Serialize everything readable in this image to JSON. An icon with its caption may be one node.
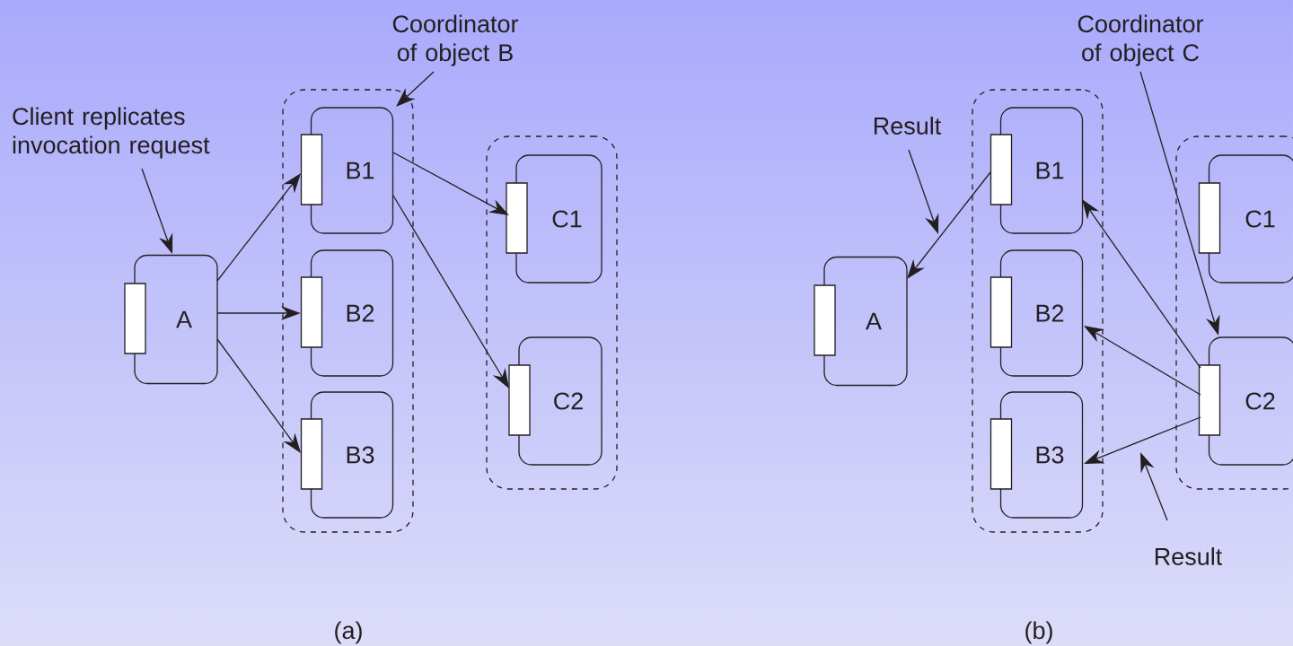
{
  "diagram": {
    "nodes": [
      {
        "text": [
          "Coordinator of object B"
        ]
      },
      {
        "text": [
          "Client replicates invocation request"
        ]
      },
      {
        "text": [],
        "shape": "box"
      },
      {
        "text": [
          "B1"
        ],
        "in": 2
      },
      {
        "text": [
          "B2"
        ],
        "in": 2
      },
      {
        "text": [
          "B3"
        ],
        "in": 2
      },
      {
        "text": [
          "A"
        ]
      },
      {
        "text": [],
        "shape": "box"
      },
      {
        "text": [
          "C1"
        ],
        "in": 7
      },
      {
        "text": [
          "C2"
        ],
        "in": 7
      },
      {
        "text": [
          "Coordinator of object C"
        ]
      },
      {
        "text": [
          "Result"
        ]
      },
      {
        "text": [
          "A"
        ]
      },
      {
        "text": [],
        "shape": "box"
      },
      {
        "text": [
          "B1"
        ],
        "in": 13
      },
      {
        "text": [
          "B2"
        ],
        "in": 13
      },
      {
        "text": [
          "B3"
        ],
        "in": 13
      },
      {
        "text": [],
        "shape": "box"
      },
      {
        "text": [
          "C1"
        ],
        "in": 17
      },
      {
        "text": [
          "C2"
        ],
        "in": 17
      },
      {
        "text": [
          "Result"
        ]
      }
    ],
    "edges": [
      {
        "from": 1,
        "to": 6,
        "arrow": "to"
      },
      {
        "from": 0,
        "to": 3,
        "arrow": "to"
      },
      {
        "from": 6,
        "to": 3,
        "arrow": "to"
      },
      {
        "from": 6,
        "to": 4,
        "arrow": "to"
      },
      {
        "from": 6,
        "to": 5,
        "arrow": "to"
      },
      {
        "from": 3,
        "to": 8,
        "arrow": "to"
      },
      {
        "from": 3,
        "to": 9,
        "arrow": "to"
      },
      {
        "from": 10,
        "to": 19,
        "arrow": "to"
      },
      {
        "from": 11,
        "to": null,
        "arrow": "to"
      },
      {
        "from": 14,
        "to": 12,
        "arrow": "to"
      },
      {
        "from": 19,
        "to": 14,
        "arrow": "to"
      },
      {
        "from": 19,
        "to": 15,
        "arrow": "to"
      },
      {
        "from": 19,
        "to": 16,
        "arrow": "to"
      },
      {
        "from": 20,
        "to": null,
        "arrow": "to"
      }
    ],
    "labels": [
      "(a)",
      "(b)"
    ]
  }
}
